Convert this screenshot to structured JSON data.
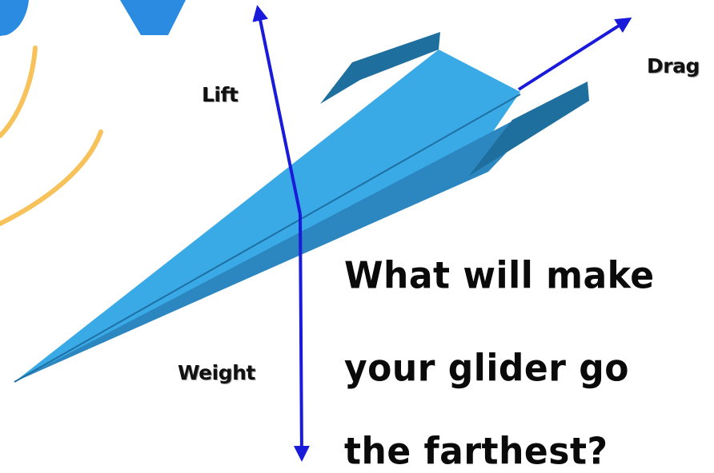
{
  "forces": {
    "lift": "Lift",
    "drag": "Drag",
    "weight": "Weight"
  },
  "question": {
    "line1": "What will make",
    "line2": "your glider go",
    "line3": "the farthest?"
  },
  "colors": {
    "plane_top": "#3aaae6",
    "plane_side": "#2c86c0",
    "fin": "#1f6f9e",
    "arrow": "#1a1adb",
    "swoosh": "#f7c25a",
    "partial_letters": "#2a8be0"
  }
}
